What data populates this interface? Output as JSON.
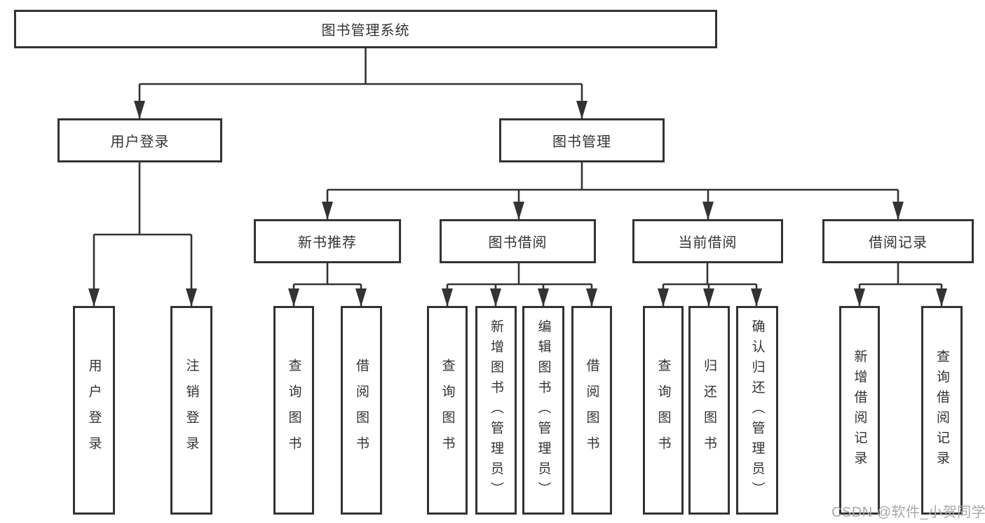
{
  "tree": {
    "label": "图书管理系统",
    "children": [
      {
        "label": "用户登录",
        "children": [
          {
            "label": "用户登录"
          },
          {
            "label": "注销登录"
          }
        ]
      },
      {
        "label": "图书管理",
        "children": [
          {
            "label": "新书推荐",
            "children": [
              {
                "label": "查询图书"
              },
              {
                "label": "借阅图书"
              }
            ]
          },
          {
            "label": "图书借阅",
            "children": [
              {
                "label": "查询图书"
              },
              {
                "label": "新增图书（管理员）"
              },
              {
                "label": "编辑图书（管理员）"
              },
              {
                "label": "借阅图书"
              }
            ]
          },
          {
            "label": "当前借阅",
            "children": [
              {
                "label": "查询图书"
              },
              {
                "label": "归还图书"
              },
              {
                "label": "确认归还（管理员）"
              }
            ]
          },
          {
            "label": "借阅记录",
            "children": [
              {
                "label": "新增借阅记录"
              },
              {
                "label": "查询借阅记录"
              }
            ]
          }
        ]
      }
    ]
  },
  "watermark": "CSDN @软件_小贺同学",
  "colors": {
    "line": "#333333",
    "text": "#333333",
    "box_background": "#ffffff",
    "watermark_text": "#a8a8a8"
  }
}
